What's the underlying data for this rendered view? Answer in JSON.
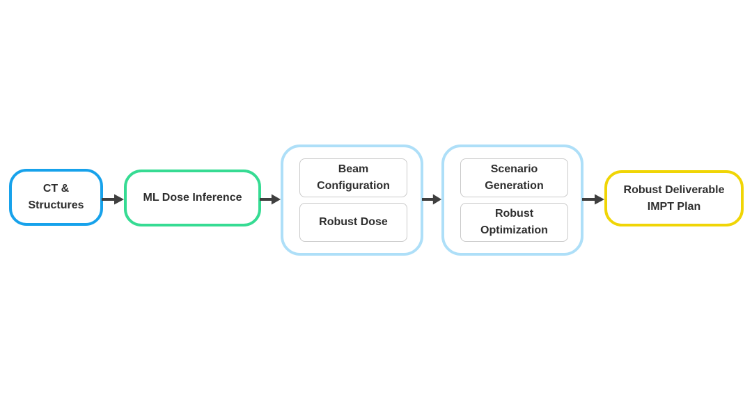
{
  "colors": {
    "background": "#FFFFFF",
    "text": "#2E2E2E",
    "arrow": "#3F3F3F",
    "inner_box_border": "#C9C9C9",
    "ct_structures_border": "#17A2EB",
    "ml_dose_border": "#36DB93",
    "group_border": "#AEDFF8",
    "impt_plan_border": "#F0D505"
  },
  "flowchart": {
    "nodes": [
      {
        "id": "ct-structures",
        "lines": [
          "CT &",
          "Structures"
        ]
      },
      {
        "id": "ml-dose-inference",
        "lines": [
          "ML Dose Inference"
        ]
      },
      {
        "id": "beam-dose-group",
        "items": [
          {
            "lines": [
              "Beam",
              "Configuration"
            ]
          },
          {
            "lines": [
              "Robust Dose"
            ]
          }
        ]
      },
      {
        "id": "scenario-optimization-group",
        "items": [
          {
            "lines": [
              "Scenario",
              "Generation"
            ]
          },
          {
            "lines": [
              "Robust",
              "Optimization"
            ]
          }
        ]
      },
      {
        "id": "robust-impt-plan",
        "lines": [
          "Robust Deliverable",
          "IMPT Plan"
        ]
      }
    ]
  }
}
